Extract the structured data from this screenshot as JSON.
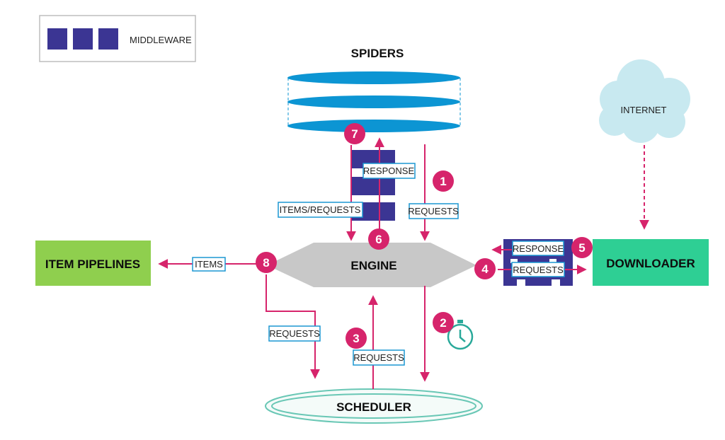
{
  "colors": {
    "middleware": "#3b3593",
    "spider_blue": "#0c95d3",
    "arrow_pink": "#d6246b",
    "label_border": "#1b97d2",
    "item_pipelines_green": "#8fcf4e",
    "downloader_green": "#2ecf94",
    "engine_gray": "#c8c8c8",
    "cloud": "#c8e9f0",
    "scheduler_teal": "#69c7b5"
  },
  "legend": {
    "label": "MIDDLEWARE"
  },
  "components": {
    "spiders": "SPIDERS",
    "engine": "ENGINE",
    "item_pipelines": "ITEM PIPELINES",
    "downloader": "DOWNLOADER",
    "scheduler": "SCHEDULER",
    "internet": "INTERNET"
  },
  "flow_labels": {
    "requests_1": "REQUESTS",
    "response_spider": "RESPONSE",
    "items_requests": "ITEMS/REQUESTS",
    "response_downloader": "RESPONSE",
    "requests_downloader": "REQUESTS",
    "items": "ITEMS",
    "requests_8": "REQUESTS",
    "requests_3": "REQUESTS"
  },
  "steps": [
    "1",
    "2",
    "3",
    "4",
    "5",
    "6",
    "7",
    "8"
  ],
  "icons": {
    "timer": "stopwatch-icon"
  }
}
